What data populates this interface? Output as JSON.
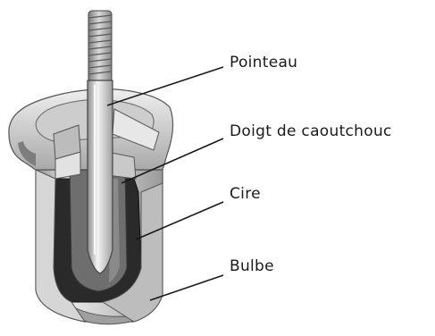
{
  "labels": {
    "pointeau": "Pointeau",
    "doigt": "Doigt de caoutchouc",
    "cire": "Cire",
    "bulbe": "Bulbe"
  },
  "colors": {
    "background": "#ffffff",
    "metal_light": "#e6e6e6",
    "metal_mid": "#b9b9b9",
    "metal_dark": "#8a8a8a",
    "wax": "#2a2a2a",
    "rubber": "#6e6e6e",
    "leader_line": "#1a1a1a"
  }
}
